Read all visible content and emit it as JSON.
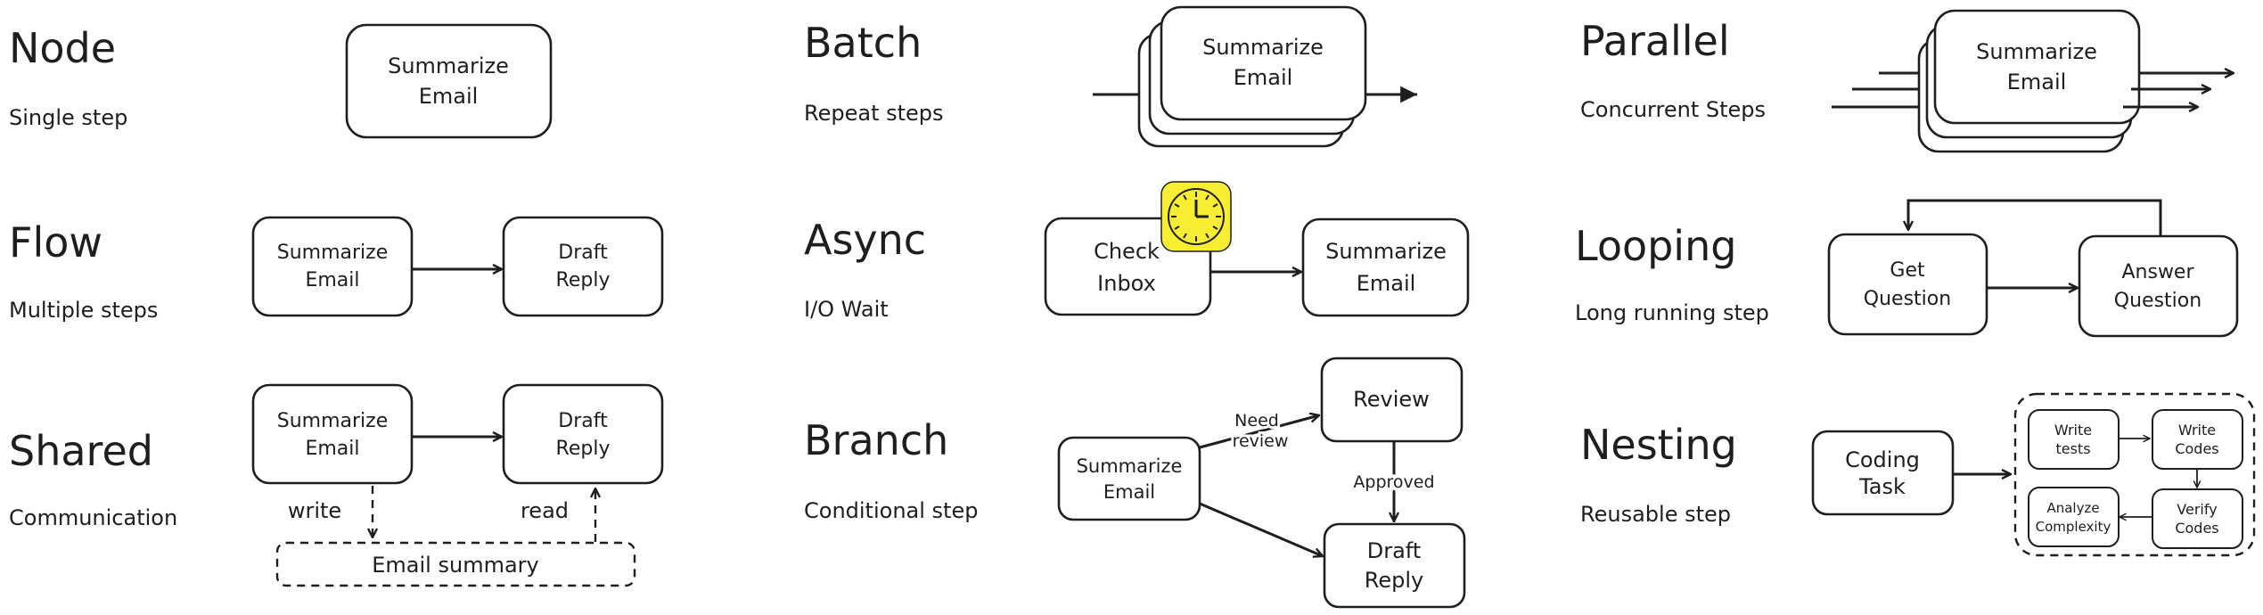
{
  "colors": {
    "ink": "#1e1e1e",
    "clock_face": "#f7ee33",
    "background": "#ffffff"
  },
  "node": {
    "title": "Node",
    "subtitle": "Single step",
    "box": [
      "Summarize",
      "Email"
    ]
  },
  "batch": {
    "title": "Batch",
    "subtitle": "Repeat steps",
    "box": [
      "Summarize",
      "Email"
    ]
  },
  "parallel": {
    "title": "Parallel",
    "subtitle": "Concurrent Steps",
    "box": [
      "Summarize",
      "Email"
    ]
  },
  "flow": {
    "title": "Flow",
    "subtitle": "Multiple steps",
    "box1": [
      "Summarize",
      "Email"
    ],
    "box2": [
      "Draft",
      "Reply"
    ]
  },
  "async": {
    "title": "Async",
    "subtitle": "I/O Wait",
    "box1": [
      "Check",
      "Inbox"
    ],
    "box2": [
      "Summarize",
      "Email"
    ],
    "icon": "clock-icon"
  },
  "looping": {
    "title": "Looping",
    "subtitle": "Long running step",
    "box1": [
      "Get",
      "Question"
    ],
    "box2": [
      "Answer",
      "Question"
    ]
  },
  "shared": {
    "title": "Shared",
    "subtitle": "Communication",
    "box1": [
      "Summarize",
      "Email"
    ],
    "box2": [
      "Draft",
      "Reply"
    ],
    "write_label": "write",
    "read_label": "read",
    "store": "Email summary"
  },
  "branch": {
    "title": "Branch",
    "subtitle": "Conditional step",
    "box_start": [
      "Summarize",
      "Email"
    ],
    "box_review": "Review",
    "box_draft": [
      "Draft",
      "Reply"
    ],
    "label_need": [
      "Need",
      "review"
    ],
    "label_approved": "Approved"
  },
  "nesting": {
    "title": "Nesting",
    "subtitle": "Reusable step",
    "outer": [
      "Coding",
      "Task"
    ],
    "inner1": [
      "Write",
      "tests"
    ],
    "inner2": [
      "Write",
      "Codes"
    ],
    "inner3": [
      "Verify",
      "Codes"
    ],
    "inner4": [
      "Analyze",
      "Complexity"
    ]
  }
}
